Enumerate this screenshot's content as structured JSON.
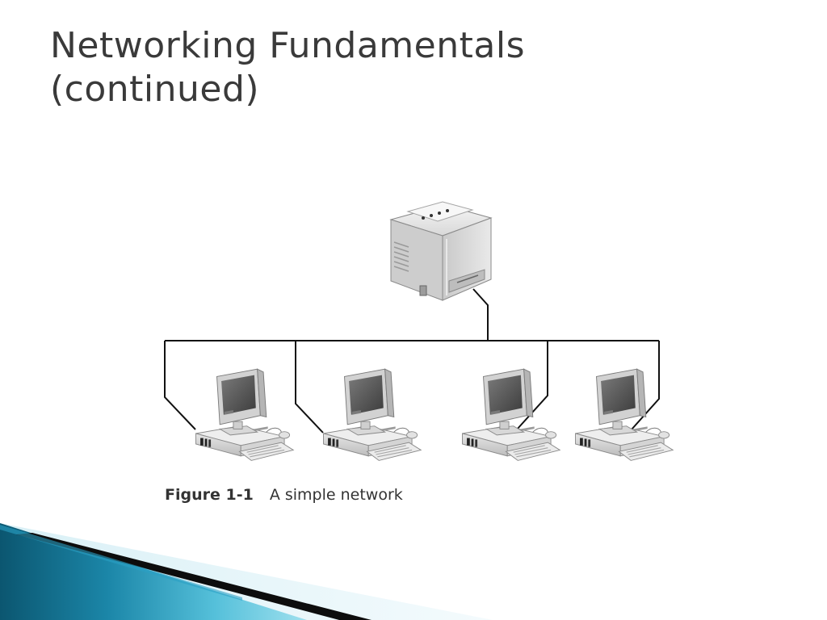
{
  "slide": {
    "title_line1": "Networking Fundamentals",
    "title_line2": "(continued)"
  },
  "figure": {
    "caption_number": "Figure 1-1",
    "caption_text": "A simple network",
    "nodes": [
      {
        "kind": "printer",
        "icon": "printer-icon"
      },
      {
        "kind": "computer",
        "icon": "computer-icon"
      },
      {
        "kind": "computer",
        "icon": "computer-icon"
      },
      {
        "kind": "computer",
        "icon": "computer-icon"
      },
      {
        "kind": "computer",
        "icon": "computer-icon"
      }
    ]
  },
  "theme": {
    "title_color": "#3a3a3a",
    "accent_dark": "#0c5a74",
    "accent_light": "#5cc4dc",
    "line_color": "#111111"
  }
}
